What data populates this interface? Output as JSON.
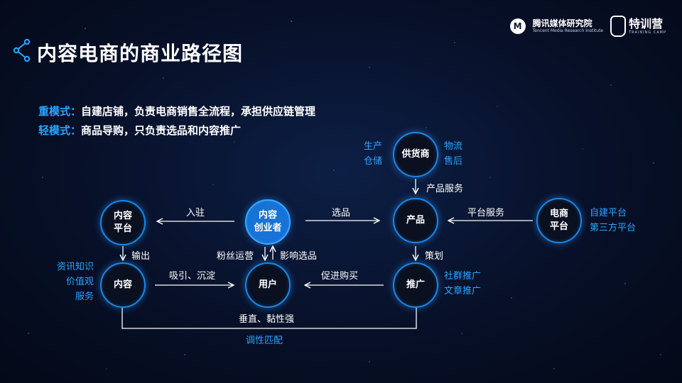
{
  "header": {
    "logo1_badge": "M",
    "logo1_main": "腾讯媒体研究院",
    "logo1_sub": "Tencent Media Research Institute",
    "logo2_main": "特训营",
    "logo2_sub": "TRAINING CAMP"
  },
  "title": "内容电商的商业路径图",
  "modes": {
    "heavy_key": "重模式：",
    "heavy_text": "自建店铺，负责电商销售全流程，承担供应链管理",
    "light_key": "轻模式：",
    "light_text": "商品导购，只负责选品和内容推广"
  },
  "nodes": {
    "supplier": "供货商",
    "platform_l1": "内容",
    "platform_l2": "平台",
    "creator_l1": "内容",
    "creator_l2": "创业者",
    "product": "产品",
    "ecommerce_l1": "电商",
    "ecommerce_l2": "平台",
    "content": "内容",
    "user": "用户",
    "promotion": "推广"
  },
  "labels": {
    "supplier_left": [
      "生产",
      "仓储"
    ],
    "supplier_right": [
      "物流",
      "售后"
    ],
    "product_service": "产品服务",
    "settle": "入驻",
    "select": "选品",
    "platform_service": "平台服务",
    "ecommerce_right": [
      "自建平台",
      "第三方平台"
    ],
    "output": "输出",
    "fan_ops": "粉丝运营",
    "influence": "影响选品",
    "plan": "策划",
    "content_left": [
      "资讯知识",
      "价值观",
      "服务"
    ],
    "attract": "吸引、沉淀",
    "promote_buy": "促进购买",
    "promotion_right": [
      "社群推广",
      "文章推广"
    ],
    "vertical": "垂直、黏性强",
    "tone_match": "调性匹配"
  },
  "colors": {
    "accent": "#2aa5ff",
    "node_border": "#1a86e6",
    "node_fill_highlight": "#1773d6",
    "background": "#071028"
  }
}
